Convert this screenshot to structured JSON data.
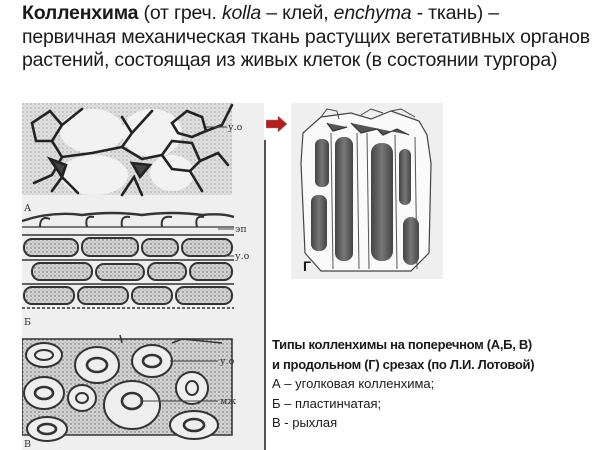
{
  "slide": {
    "title": {
      "term": "Колленхима",
      "etym_open": " (от греч. ",
      "word1": "kolla",
      "word1_meaning": " – клей, ",
      "word2": "enchyma",
      "word2_meaning": " - ткань) –",
      "definition": "первичная механическая ткань растущих вегетативных органов растений, состоящая из живых клеток (в состоянии тургора)"
    },
    "figures": {
      "left_panel": {
        "A": {
          "label": "А",
          "annotations": [
            "у.о"
          ]
        },
        "B": {
          "label": "Б",
          "annotations": [
            "эп",
            "у.о"
          ]
        },
        "V": {
          "label": "В",
          "annotations": [
            "у.о",
            "мж"
          ]
        }
      },
      "right_panel": {
        "label": "Г"
      },
      "arrow_color": "#b81c1c"
    },
    "caption": {
      "heading_line1": "Типы колленхимы на поперечном  (А,Б, В)",
      "heading_line2": "и продольном (Г) срезах (по Л.И. Лотовой)",
      "items": [
        {
          "key": "А",
          "sep": " – ",
          "text": "уголковая колленхима;"
        },
        {
          "key": "Б",
          "sep": " – ",
          "text": "пластинчатая;"
        },
        {
          "key": "В",
          "sep": " - ",
          "text": "рыхлая"
        }
      ]
    }
  }
}
